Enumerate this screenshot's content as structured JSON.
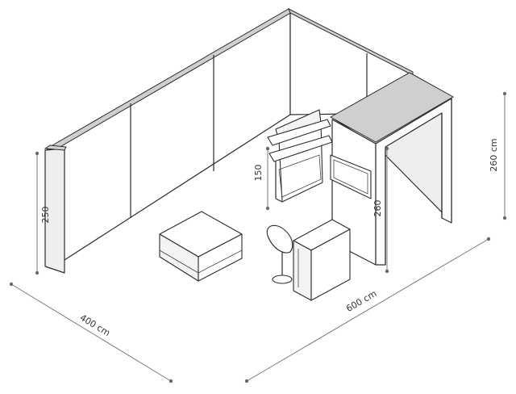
{
  "dimensions": {
    "depth": "400 cm",
    "width": "600 cm",
    "storage_height": "260 cm",
    "wall_height": "250",
    "storage_wall_height": "260",
    "shelf_height": "150"
  }
}
